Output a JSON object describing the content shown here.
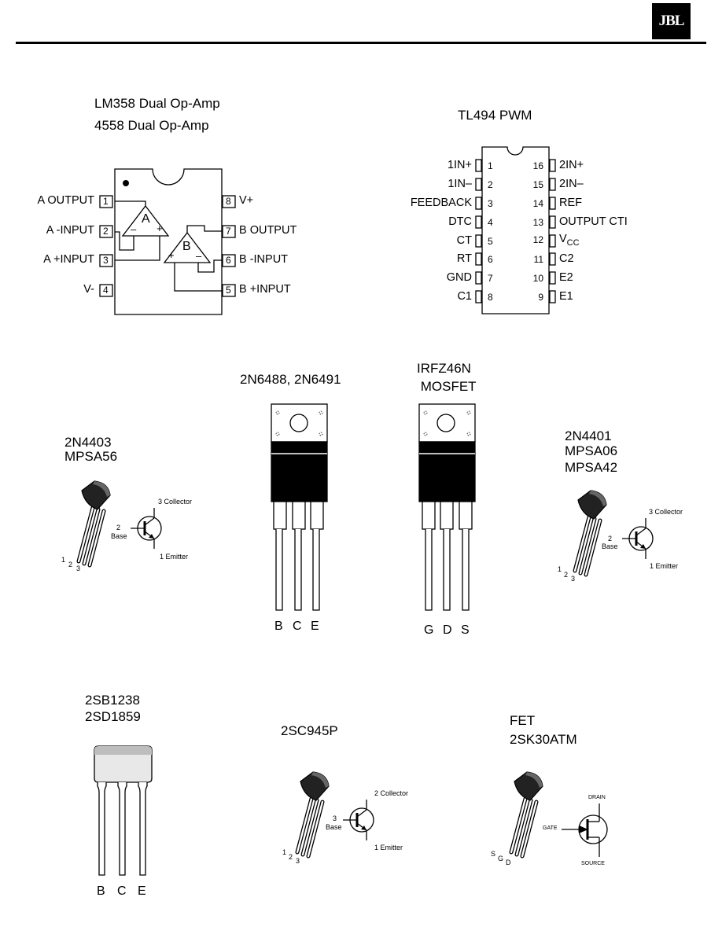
{
  "header": {
    "logo_text": "JBL"
  },
  "lm358": {
    "title1": "LM358 Dual Op-Amp",
    "title2": "4558 Dual Op-Amp",
    "left_pins": [
      {
        "num": "1",
        "label": "A OUTPUT"
      },
      {
        "num": "2",
        "label": "A -INPUT"
      },
      {
        "num": "3",
        "label": "A +INPUT"
      },
      {
        "num": "4",
        "label": "V-"
      }
    ],
    "right_pins": [
      {
        "num": "8",
        "label": "V+"
      },
      {
        "num": "7",
        "label": "B OUTPUT"
      },
      {
        "num": "6",
        "label": "B -INPUT"
      },
      {
        "num": "5",
        "label": "B +INPUT"
      }
    ],
    "amp_a": {
      "name": "A",
      "minus": "–",
      "plus": "+"
    },
    "amp_b": {
      "name": "B",
      "minus": "–",
      "plus": "+"
    }
  },
  "tl494": {
    "title": "TL494  PWM",
    "left_pins": [
      {
        "num": "1",
        "label": "1IN+"
      },
      {
        "num": "2",
        "label": "1IN–"
      },
      {
        "num": "3",
        "label": "FEEDBACK"
      },
      {
        "num": "4",
        "label": "DTC"
      },
      {
        "num": "5",
        "label": "CT"
      },
      {
        "num": "6",
        "label": "RT"
      },
      {
        "num": "7",
        "label": "GND"
      },
      {
        "num": "8",
        "label": "C1"
      }
    ],
    "right_pins": [
      {
        "num": "16",
        "label": "2IN+"
      },
      {
        "num": "15",
        "label": "2IN–"
      },
      {
        "num": "14",
        "label": "REF"
      },
      {
        "num": "13",
        "label": "OUTPUT CTI"
      },
      {
        "num": "12",
        "label": "V",
        "sub": "CC"
      },
      {
        "num": "11",
        "label": "C2"
      },
      {
        "num": "10",
        "label": "E2"
      },
      {
        "num": "9",
        "label": "E1"
      }
    ]
  },
  "to220_a": {
    "title": "2N6488, 2N6491",
    "leads": [
      "B",
      "C",
      "E"
    ]
  },
  "to220_b": {
    "title1": "IRFZ46N",
    "title2": " MOSFET",
    "leads": [
      "G",
      "D",
      "S"
    ]
  },
  "to92_pnp": {
    "title1": "2N4403",
    "title2": "MPSA56",
    "pin_nums": [
      "1",
      "2",
      "3"
    ],
    "collector": "3 Collector",
    "base_num": "2",
    "base": "Base",
    "emitter": "1 Emitter"
  },
  "to92_npn": {
    "title1": "2N4401",
    "title2": "MPSA06",
    "title3": "MPSA42",
    "pin_nums": [
      "1",
      "2",
      "3"
    ],
    "collector": "3 Collector",
    "base_num": "2",
    "base": "Base",
    "emitter": "1 Emitter"
  },
  "flat_pkg": {
    "title1": "2SB1238",
    "title2": "2SD1859",
    "leads": [
      "B",
      "C",
      "E"
    ]
  },
  "to92_2sc": {
    "title": "2SC945P",
    "pin_nums": [
      "1",
      "2",
      "3"
    ],
    "collector": "2 Collector",
    "base_num": "3",
    "base": "Base",
    "emitter": "1 Emitter"
  },
  "fet": {
    "title1": "FET",
    "title2": "2SK30ATM",
    "pin_letters": [
      "S",
      "G",
      "D"
    ],
    "drain": "DRAIN",
    "gate": "GATE",
    "source": "SOURCE"
  }
}
